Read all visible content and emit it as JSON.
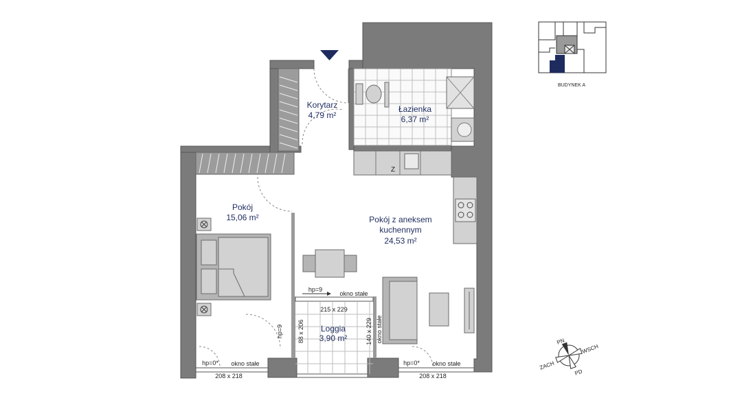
{
  "rooms": {
    "korytarz": {
      "name": "Korytarz",
      "area": "4,79 m²"
    },
    "lazienka": {
      "name": "Łazienka",
      "area": "6,37 m²"
    },
    "pokoj": {
      "name": "Pokój",
      "area": "15,06 m²"
    },
    "salon": {
      "name_line1": "Pokój z aneksem",
      "name_line2": "kuchennym",
      "area": "24,53 m²"
    },
    "loggia": {
      "name": "Loggia",
      "area": "3,90 m²"
    }
  },
  "windows": {
    "okno_stale": "okno stałe",
    "hp9": "hp=9",
    "hp0": "hp=0*",
    "w_215x229": "215 x 229",
    "w_88x206": "88 x 206",
    "w_140x229": "140 x 229",
    "w_208x218": "208 x 218"
  },
  "fixtures": {
    "fridge_mark": "Z"
  },
  "keyplan": {
    "building": "BUDYNEK A",
    "highlight_color": "#1d2b5e"
  },
  "compass": {
    "n": "PN",
    "s": "PD",
    "e": "WSCH",
    "w": "ZACH"
  },
  "colors": {
    "wall": "#7b7b7b",
    "label": "#1d2b5e",
    "entrance_marker": "#1d2b5e"
  }
}
